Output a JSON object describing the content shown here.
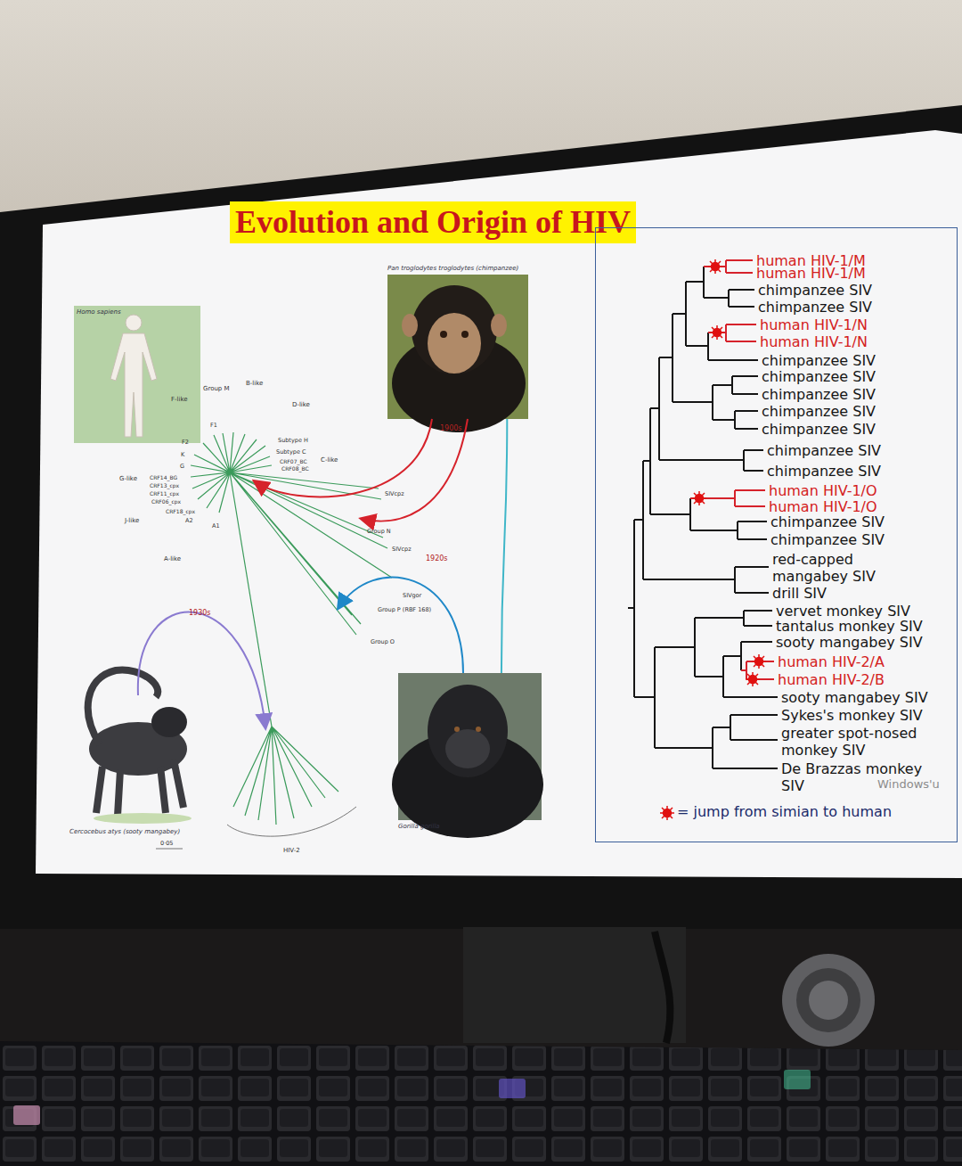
{
  "diagram": {
    "title": "Evolution and Origin of HIV",
    "nodes": [
      {
        "text": [
          "Homo sapiens"
        ]
      },
      {
        "text": [
          "Pan troglodytes troglodytes (chimpanzee)"
        ]
      },
      {
        "text": [
          "Gorilla gorilla"
        ]
      },
      {
        "text": [
          "human HIV-1/M",
          "human HIV-1/M",
          "chimpanzee SIV",
          "chimpanzee SIV",
          "human HIV-1/N",
          "human HIV-1/N",
          "chimpanzee SIV",
          "chimpanzee SIV",
          "chimpanzee SIV",
          "chimpanzee SIV",
          "chimpanzee SIV",
          "chimpanzee SIV",
          "chimpanzee SIV",
          "human HIV-1/O",
          "human HIV-1/O",
          "chimpanzee SIV",
          "chimpanzee SIV",
          "red-capped mangabey SIV",
          "drill SIV",
          "vervet monkey SIV",
          "tantalus monkey SIV",
          "sooty mangabey SIV",
          "human HIV-2/A",
          "human HIV-2/B",
          "sooty mangabey SIV",
          "Sykes's monkey SIV",
          "greater spot-nosed monkey SIV",
          "De Brazzas monkey SIV"
        ]
      }
    ],
    "edges": [
      {
        "from": 1,
        "to": 2,
        "arrow": "none"
      }
    ],
    "labels": [
      "Group M",
      "B-like",
      "F-like",
      "D-like",
      "Subtype H",
      "Subtype C",
      "C-like",
      "CRF07_BC",
      "CRF08_BC",
      "G-like",
      "CRF14_BG",
      "CRF13_cpx",
      "CRF11_cpx",
      "CRF06_cpx",
      "J-like",
      "CRF18_cpx",
      "A2",
      "A1",
      "A-like",
      "F1",
      "F2",
      "K",
      "G",
      "SIVcpz",
      "Group N",
      "SIVcpz",
      "1900s",
      "1920s",
      "SIVgor",
      "Group P (RBF 168)",
      "Group O",
      "1930s",
      "HIV-2",
      "0·05",
      "Windows'u",
      "Cercocebus atys (sooty mangabey)"
    ],
    "legend": [
      {
        "text": "= jump from simian to human"
      }
    ]
  }
}
